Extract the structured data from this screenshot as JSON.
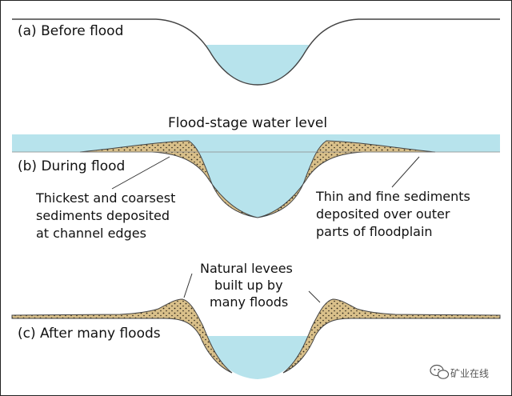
{
  "panels": {
    "a": {
      "label": "(a) Before flood"
    },
    "b": {
      "label": "(b) During flood",
      "water_level": "Flood-stage water level",
      "left_note": [
        "Thickest and coarsest",
        "sediments deposited",
        "at channel edges"
      ],
      "right_note": [
        "Thin and fine sediments",
        "deposited over outer",
        "parts of floodplain"
      ]
    },
    "c": {
      "label": "(c) After many floods",
      "levee_note": [
        "Natural levees",
        "built up by",
        "many floods"
      ]
    }
  },
  "watermark": "矿业在线",
  "colors": {
    "water": "#b7e3ec",
    "sediment": "#d9c08a",
    "dots": "#2a2418",
    "line": "#444444"
  },
  "icons": {
    "watermark_logo": "wechat-icon"
  }
}
